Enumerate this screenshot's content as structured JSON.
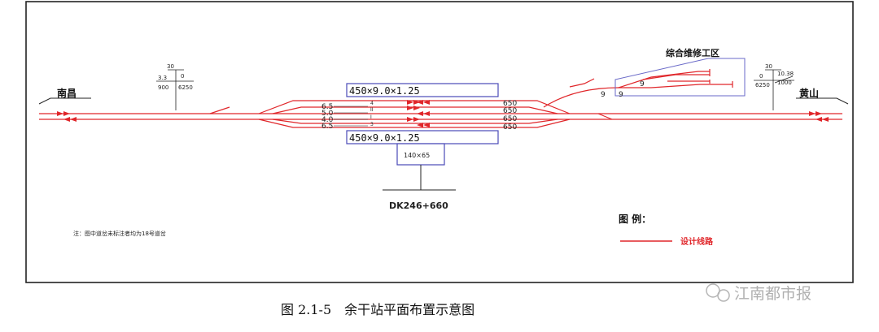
{
  "stations": {
    "left_direction": "南昌",
    "right_direction": "黄山",
    "depot_label": "综合维修工区"
  },
  "platforms": {
    "upper_platform": "450×9.0×1.25",
    "lower_platform": "450×9.0×1.25",
    "station_building": "140×65"
  },
  "mileage": "DK246+660",
  "track_numbers": [
    "4",
    "II",
    "I",
    "3"
  ],
  "spacings": [
    "6.5",
    "5.0",
    "4.0",
    "6.5"
  ],
  "right_lengths": [
    "650",
    "650",
    "650",
    "650"
  ],
  "switch_numbers": [
    "9",
    "9",
    "9"
  ],
  "left_profile": {
    "top": "30",
    "grade": "3.3",
    "grade_length": "900",
    "right_grade": "0",
    "right_length": "6250"
  },
  "right_profile": {
    "top": "30",
    "left_grade": "0",
    "left_length": "6250",
    "grade": "10.38",
    "grade_length": "1000"
  },
  "note": "注：图中道岔未标注者均为18号道岔",
  "legend": {
    "title": "图 例：",
    "item_label": "设计线路",
    "line_color": "#e0262a"
  },
  "caption": "图 2.1-5　余干站平面布置示意图",
  "watermark": "江南都市报",
  "colors": {
    "track": "#e0262a",
    "frame": "#222222",
    "platform_outline": "#4a4ab8"
  }
}
